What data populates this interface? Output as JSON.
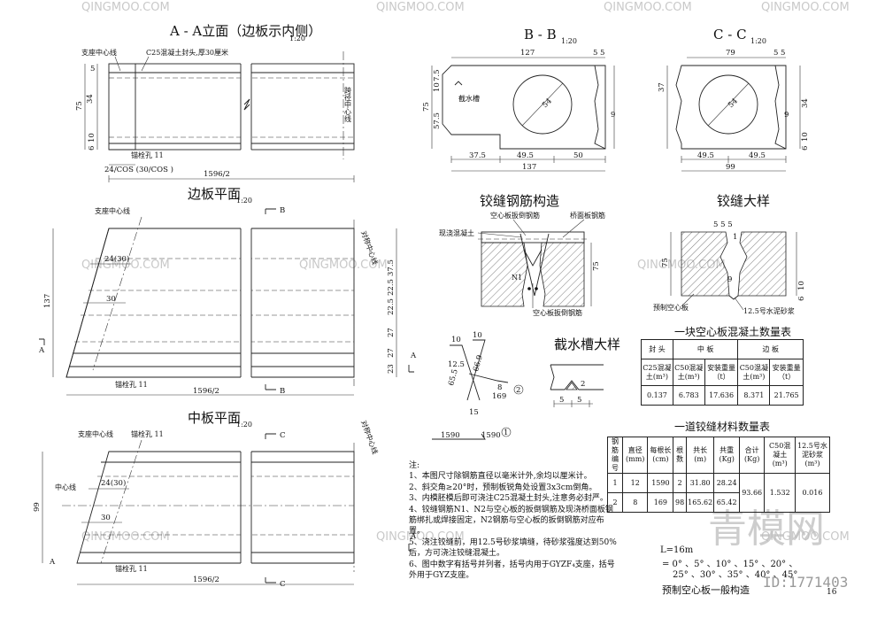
{
  "titles": {
    "aa_elev": "A - A立面（边板示内侧）",
    "aa_scale": "1:20",
    "plan_side": "边板平面",
    "plan_side_scale": "1:20",
    "plan_mid": "中板平面",
    "plan_mid_scale": "1:20",
    "bb": "B - B",
    "bb_scale": "1:20",
    "cc": "C - C",
    "cc_scale": "1:20",
    "joint_rebar": "铰缝钢筋构造",
    "joint_detail": "铰缝大样",
    "drip": "截水槽大样",
    "concrete_table_title": "一块空心板混凝土数量表",
    "joint_table_title": "一道铰缝材料数量表"
  },
  "aa_labels": {
    "support_cl": "支座中心线",
    "c25": "C25混凝土封头,厚30厘米",
    "span_cl": "跨径中心线",
    "anchor": "锚栓孔  11",
    "d5": "5",
    "d34": "34",
    "d75": "75",
    "d10": "10",
    "d6": "6",
    "cos": "24/COS  (30/COS  )",
    "len": "1596/2"
  },
  "plan_side_labels": {
    "support_cl": "支座中心线",
    "d24": "24(30)",
    "d30": "30",
    "d137": "137",
    "d375": "37.5",
    "d225a": "22.5",
    "d225b": "22.5",
    "d27a": "27",
    "d27b": "27",
    "d23": "23",
    "anchor": "锚栓孔  11",
    "len": "1596/2",
    "sym": "对称中心线",
    "a": "A",
    "b": "B"
  },
  "plan_mid_labels": {
    "support_cl": "支座中心线",
    "anchor_top": "锚栓孔  11",
    "center_line": "中心线",
    "d24": "24(30)",
    "d30": "30",
    "d99": "99",
    "anchor": "锚栓孔  11",
    "len": "1596/2",
    "sym": "对称中心线",
    "a": "A",
    "c": "C"
  },
  "bb_labels": {
    "w127": "127",
    "d5a": "5",
    "d5b": "5",
    "d75": "75",
    "d10": "10",
    "d7": "7.5",
    "d575": "57.5",
    "drip": "截水槽",
    "dia": "54",
    "d9": "9",
    "d375": "37.5",
    "d495": "49.5",
    "d50": "50",
    "w137": "137"
  },
  "cc_labels": {
    "w79": "79",
    "d5a": "5",
    "d5b": "5",
    "d37": "37",
    "dia": "54",
    "d34": "34",
    "d9": "9",
    "d10": "10",
    "d6": "6",
    "d495a": "49.5",
    "d495b": "49.5",
    "w99": "99"
  },
  "joint_rebar_labels": {
    "cast": "现浇混凝土",
    "hollow_rebar": "空心板扳倒钢筋",
    "deck_rebar": "桥面板钢筋",
    "n1": "N1",
    "bottom_rebar": "空心板扳倒钢筋",
    "d75": "75"
  },
  "joint_detail_labels": {
    "precast": "预制空心板",
    "mortar": "12.5号水泥砂浆",
    "top_dims": "5  5  5",
    "d1": "1",
    "d75": "75",
    "d10": "10",
    "d6": "6",
    "d9": "9"
  },
  "rebar_shapes": {
    "n1": "1",
    "n2": "2",
    "d10a": "10",
    "d10b": "10",
    "d125": "12.5",
    "d655": "65.5",
    "d669": "66.9",
    "d8": "8",
    "d169": "169",
    "d15": "15",
    "d1590": "1590",
    "d1590b": "1590"
  },
  "drip_labels": {
    "d5a": "5",
    "d5b": "5",
    "d2": "2"
  },
  "concrete_table": {
    "h_seal": "封  头",
    "h_mid": "中    板",
    "h_side": "边    板",
    "h_c25": "C25混凝土(m³)",
    "h_c50a": "C50混凝土(m³)",
    "h_wa": "安装重量（t）",
    "h_c50b": "C50混凝土(m³)",
    "h_wb": "安装重量（t）",
    "v_c25": "0.137",
    "v_c50a": "6.783",
    "v_wa": "17.636",
    "v_c50b": "8.371",
    "v_wb": "21.765"
  },
  "joint_table": {
    "headers": [
      "钢筋编号",
      "直径(mm)",
      "每根长(cm)",
      "根数",
      "共长(m)",
      "共重(Kg)",
      "合计(Kg)",
      "C50混凝土(m³)",
      "12.5号水泥砂浆(m³)"
    ],
    "rows": [
      [
        "1",
        "12",
        "1590",
        "2",
        "31.80",
        "28.24"
      ],
      [
        "2",
        "8",
        "169",
        "98",
        "165.62",
        "65.42"
      ]
    ],
    "total": "93.66",
    "c50": "1.532",
    "mortar": "0.016"
  },
  "notes": {
    "title": "注:",
    "items": [
      "1、本图尺寸除钢筋直径以毫米计外,余均以厘米计。",
      "2、斜交角≥20°时，预制板锐角处设置3x3cm倒角。",
      "3、内模胚模后即可浇注C25混凝土封头,注意务必封严。",
      "4、铰缝钢筋N1、N2与空心板的扳倒钢筋及现浇桥面板钢筋绑扎或焊接固定，N2钢筋与空心板的扳倒钢筋对应布置。",
      "5、浇注铰缝前，用12.5号砂浆填缝，待砂浆强度达到50%后，方可浇注铰缝混凝土。",
      "6、图中数字有括号并列者，括号内用于GYZF₄支座，括号外用于GYZ支座。"
    ]
  },
  "footer": {
    "span": "L=16m",
    "angles1": "= 0° 、5° 、10° 、15° 、20° 、",
    "angles2": "25° 、30° 、35° 、40° 、45°",
    "drawing_name": "预制空心板一般构造",
    "page": "16",
    "id": "ID:1771403",
    "logo": "青模网"
  },
  "watermark": "QINGMOO.COM"
}
